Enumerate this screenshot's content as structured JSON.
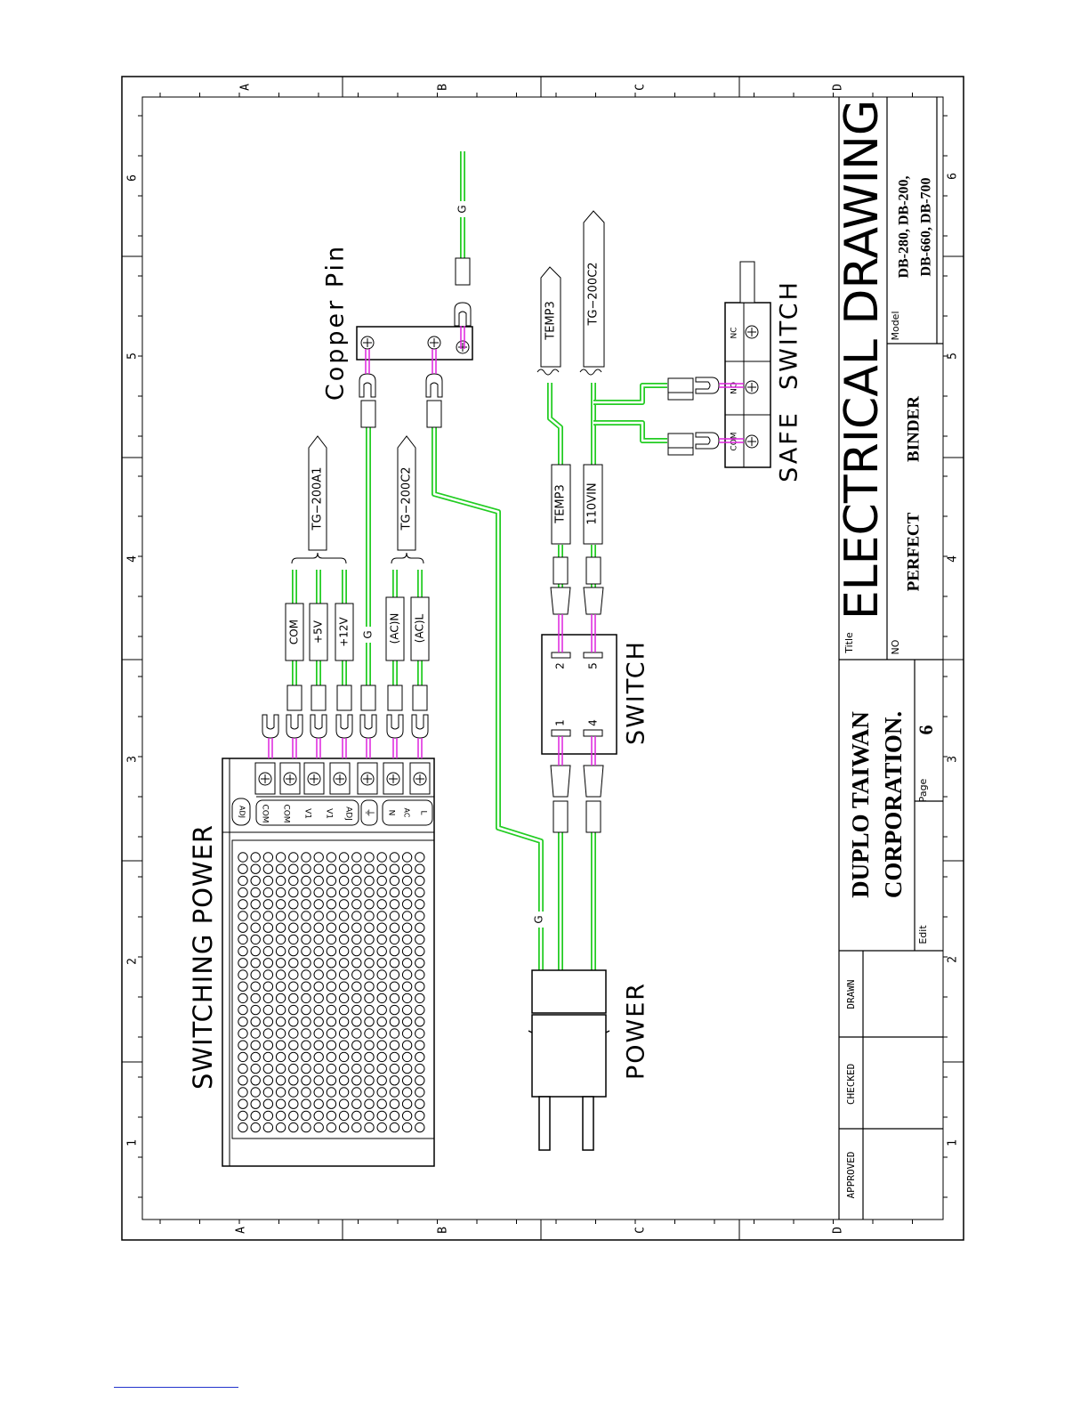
{
  "zones": {
    "columns": [
      "A",
      "B",
      "C",
      "D"
    ],
    "rows": [
      "1",
      "2",
      "3",
      "4",
      "5",
      "6"
    ]
  },
  "components": {
    "switching_power": "SWITCHING POWER",
    "copper_pin": "Copper Pin",
    "switch": "SWITCH",
    "power": "POWER",
    "safe_switch": "SAFE  SWITCH"
  },
  "terminal_labels": {
    "block": [
      "COM",
      "COM",
      "V1",
      "V1",
      "ADJ",
      "L",
      "N"
    ],
    "adj_tag": "ADJ",
    "ground_symbol": "⏚"
  },
  "wire_tags": [
    "COM",
    "+5V",
    "+12V",
    "G",
    "(AC)N",
    "(AC)L"
  ],
  "connector_tags": {
    "tg_200a1": "TG−200A1",
    "tg_200c2_left": "TG−200C2",
    "temp3": "TEMP3",
    "tg_200c2_right": "TG−200C2",
    "temp3_plug": "TEMP3",
    "vin": "110VIN",
    "g_top": "G",
    "g_power": "G"
  },
  "switch_pins": [
    "1",
    "2",
    "4",
    "5"
  ],
  "safe_switch_pins": [
    "COM",
    "NO",
    "NC"
  ],
  "title_block": {
    "title_label": "Title",
    "title": "ELECTRICAL DRAWING",
    "model_label": "Model",
    "model_line1": "DB-280, DB-200,",
    "model_line2": "DB-660, DB-700",
    "product_line1": "PERFECT",
    "product_line2": "BINDER",
    "no_label": "NO",
    "company_line1": "DUPLO TAIWAN",
    "company_line2": "CORPORATION.",
    "edit_label": "Edit",
    "page_label": "Page",
    "page_number": "6",
    "approved": "APPROVED",
    "checked": "CHECKED",
    "drawn": "DRAWN"
  },
  "colors": {
    "wire": "#22cc22",
    "conductor": "#dd22dd",
    "line": "#000000"
  }
}
